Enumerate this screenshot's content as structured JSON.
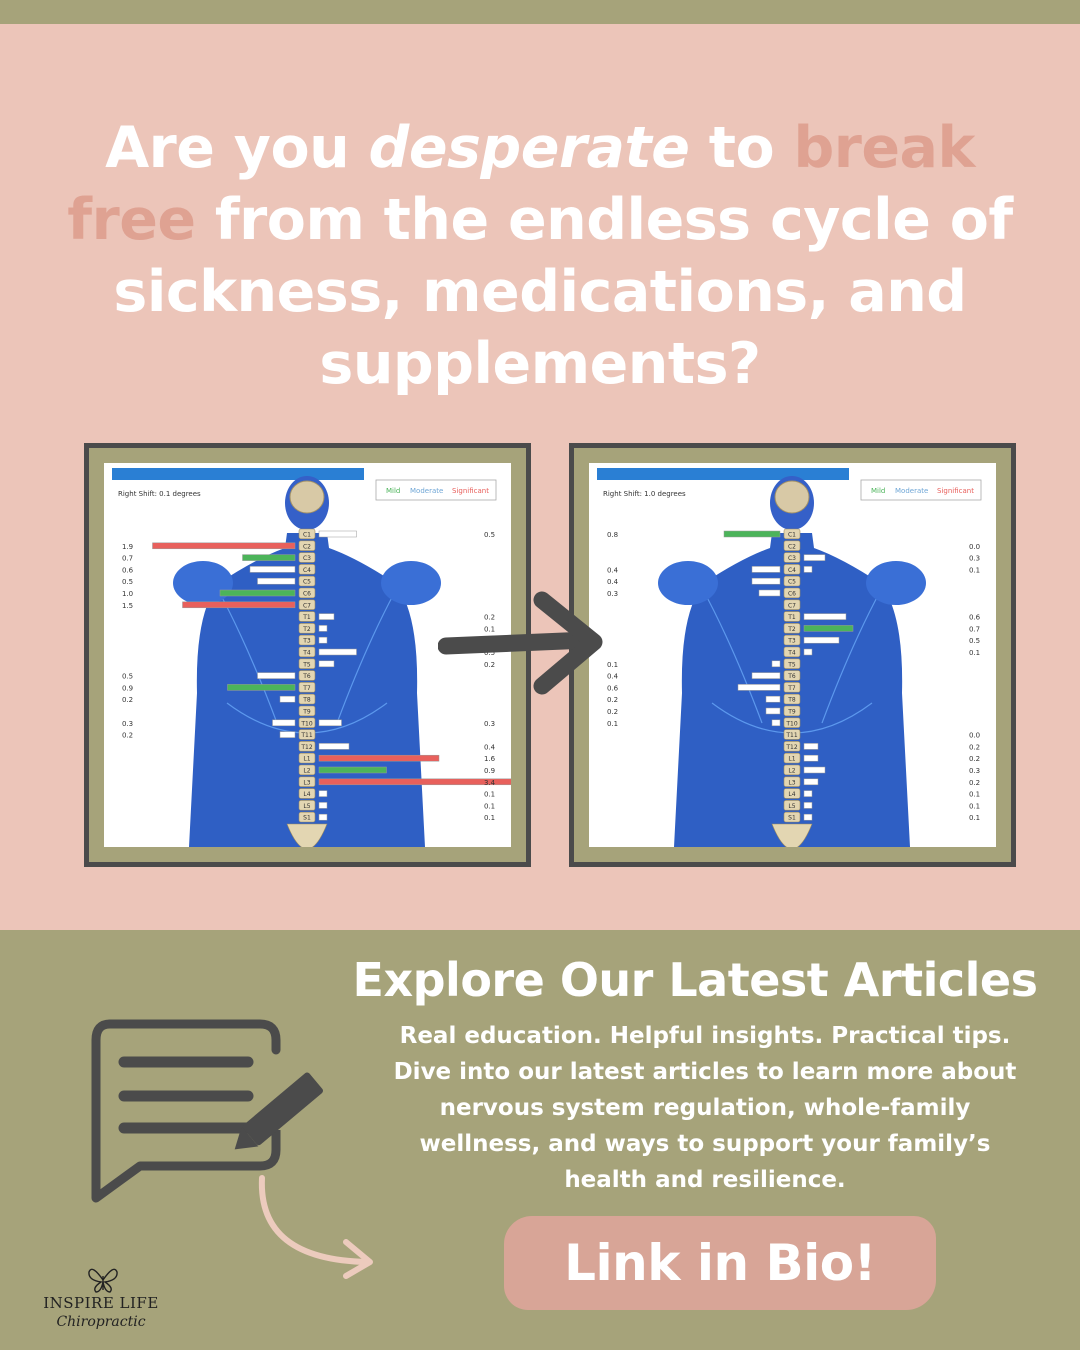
{
  "headline": {
    "p1": "Are you ",
    "p2": "desperate",
    "p3": " to ",
    "p4": "break free",
    "p5": " from the endless cycle of sickness, medications, and supplements?"
  },
  "scan_before": {
    "shift_label": "Right Shift: 0.1 degrees",
    "legend": {
      "mild": "Mild",
      "moderate": "Moderate",
      "significant": "Significant"
    },
    "left_values": [
      "1.9",
      "0.7",
      "0.6",
      "0.5",
      "1.0",
      "1.5",
      "0.5",
      "0.9",
      "0.2",
      "0.3",
      "0.2"
    ],
    "right_values": [
      "0.5",
      "0.2",
      "0.1",
      "0.1",
      "0.5",
      "0.2",
      "0.3",
      "0.4",
      "1.6",
      "0.9",
      "3.4",
      "0.1",
      "0.1",
      "0.1"
    ]
  },
  "scan_after": {
    "shift_label": "Right Shift: 1.0 degrees",
    "legend": {
      "mild": "Mild",
      "moderate": "Moderate",
      "significant": "Significant"
    },
    "left_values": [
      "0.8",
      "0.4",
      "0.4",
      "0.3",
      "0.1",
      "0.4",
      "0.6",
      "0.2",
      "0.2",
      "0.1"
    ],
    "right_values": [
      "0.0",
      "0.3",
      "0.1",
      "0.6",
      "0.7",
      "0.5",
      "0.1",
      "0.0",
      "0.2",
      "0.2",
      "0.3",
      "0.2",
      "0.1",
      "0.1",
      "0.1"
    ]
  },
  "vertebrae": [
    "C1",
    "C2",
    "C3",
    "C4",
    "C5",
    "C6",
    "C7",
    "T1",
    "T2",
    "T3",
    "T4",
    "T5",
    "T6",
    "T7",
    "T8",
    "T9",
    "T10",
    "T11",
    "T12",
    "L1",
    "L2",
    "L3",
    "L4",
    "L5",
    "S1"
  ],
  "colors": {
    "mild": "#4cb45a",
    "moderate": "#6fa6d6",
    "significant": "#e8605c",
    "header_bar": "#2a7fd4"
  },
  "articles": {
    "title": "Explore Our Latest Articles",
    "body": "Real education. Helpful insights. Practical tips. Dive into our latest articles to learn more about nervous system regulation, whole-family wellness, and ways to support your family’s health and resilience.",
    "cta": "Link in Bio!"
  },
  "logo": {
    "brand": "INSPIRE LIFE",
    "script": "Chiropractic"
  },
  "icons": {
    "chat": "chat-edit-icon",
    "arrow": "right-arrow-icon",
    "curve": "curved-arrow-icon"
  }
}
